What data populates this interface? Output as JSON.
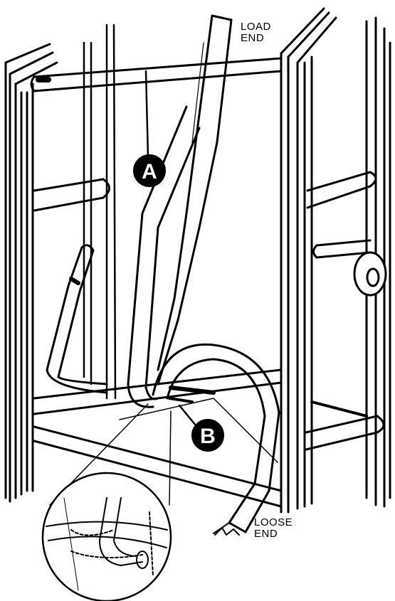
{
  "labels": {
    "load_end": [
      "LOAD",
      "END"
    ],
    "loose_end": [
      "LOOSE",
      "END"
    ]
  },
  "callouts": {
    "a": "A",
    "b": "B"
  },
  "colors": {
    "ink": "#000000",
    "paper": "#ffffff"
  }
}
